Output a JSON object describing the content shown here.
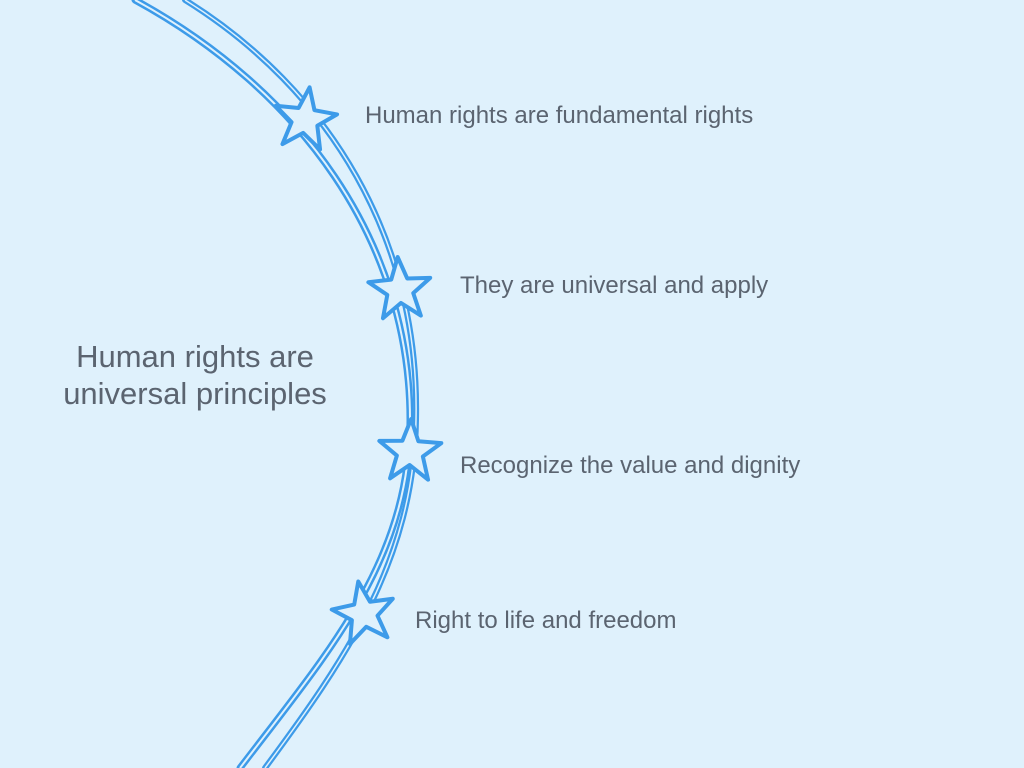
{
  "center": {
    "title": "Human rights are universal principles"
  },
  "items": [
    {
      "label": "Human rights are fundamental rights",
      "icon": "star-icon"
    },
    {
      "label": "They are universal and apply",
      "icon": "star-icon"
    },
    {
      "label": "Recognize the value and dignity",
      "icon": "star-icon"
    },
    {
      "label": "Right to life and freedom",
      "icon": "star-icon"
    }
  ],
  "colors": {
    "background": "#dff1fc",
    "accent": "#3d9be9",
    "text": "#5b6470"
  }
}
